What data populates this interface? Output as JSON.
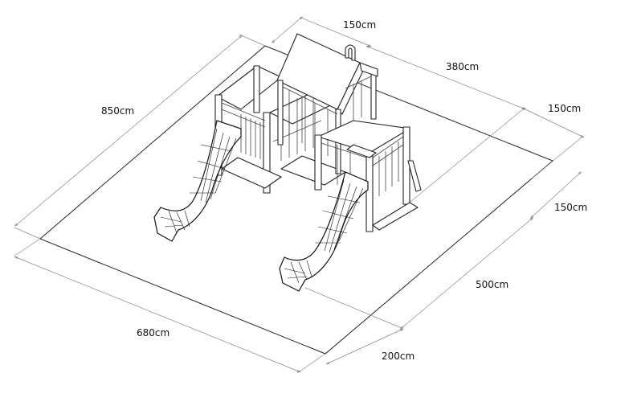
{
  "dimensions": {
    "top_width": "150cm",
    "top_right_length": "380cm",
    "right_upper": "150cm",
    "right_middle": "150cm",
    "right_lower": "500cm",
    "left_length": "850cm",
    "bottom_width": "680cm",
    "bottom_right": "200cm"
  },
  "colors": {
    "line": "#222222",
    "dimension_line": "#888888",
    "background": "#ffffff"
  }
}
